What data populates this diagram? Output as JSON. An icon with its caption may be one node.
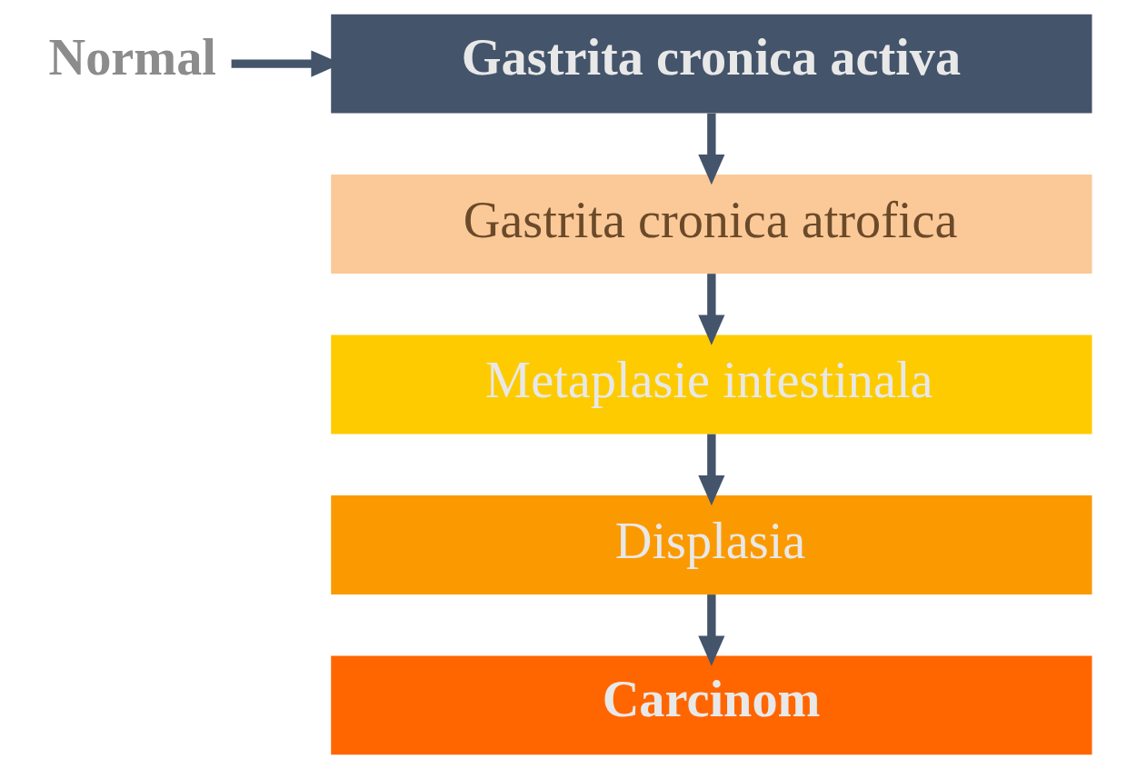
{
  "diagram": {
    "nodes": [
      {
        "text": [
          "Normal"
        ]
      },
      {
        "text": [
          "Gastrita cronica activa"
        ]
      },
      {
        "text": [
          "Gastrita cronica atrofica"
        ]
      },
      {
        "text": [
          "Metaplasie intestinala"
        ]
      },
      {
        "text": [
          "Displasia"
        ]
      },
      {
        "text": [
          "Carcinom"
        ]
      }
    ],
    "edges": [
      {
        "from": 0,
        "to": 1,
        "arrow": "to"
      },
      {
        "from": 1,
        "to": 2,
        "arrow": "to"
      },
      {
        "from": 2,
        "to": 3,
        "arrow": "to"
      },
      {
        "from": 3,
        "to": 4,
        "arrow": "to"
      },
      {
        "from": 4,
        "to": 5,
        "arrow": "to"
      }
    ]
  }
}
